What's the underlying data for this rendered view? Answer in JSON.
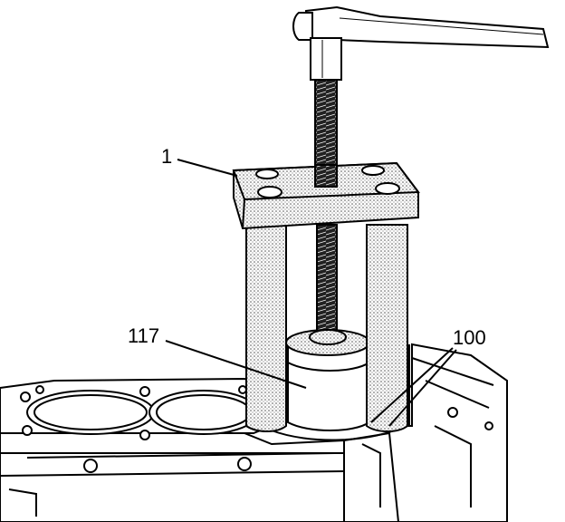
{
  "callouts": {
    "tool": "1",
    "adapter": "117",
    "liner": "100"
  },
  "colors": {
    "ink": "#000000",
    "paper": "#ffffff",
    "stipple": "#b8b8b8"
  }
}
